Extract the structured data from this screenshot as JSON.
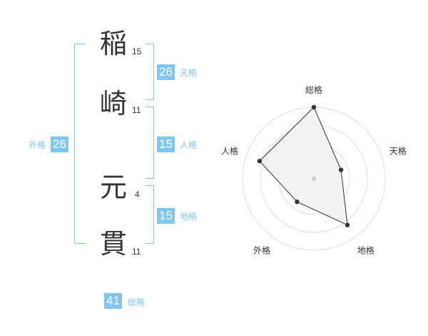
{
  "name": {
    "chars": [
      {
        "char": "稲",
        "strokes": "15"
      },
      {
        "char": "崎",
        "strokes": "11"
      },
      {
        "char": "元",
        "strokes": "4"
      },
      {
        "char": "貫",
        "strokes": "11"
      }
    ]
  },
  "fortunes": {
    "tenkaku": {
      "label": "天格",
      "value": "26"
    },
    "jinkaku": {
      "label": "人格",
      "value": "15"
    },
    "chikaku": {
      "label": "地格",
      "value": "15"
    },
    "gaikaku": {
      "label": "外格",
      "value": "26"
    },
    "soukaku": {
      "label": "総格",
      "value": "41"
    }
  },
  "chart_data": {
    "type": "radar",
    "axes": [
      "総格",
      "天格",
      "地格",
      "外格",
      "人格"
    ],
    "values": [
      5,
      2,
      4,
      2,
      4
    ],
    "max": 5,
    "rings": 4,
    "colors": {
      "fill": "#f0f0f0",
      "line": "#333333",
      "ring": "#dddddd"
    }
  }
}
